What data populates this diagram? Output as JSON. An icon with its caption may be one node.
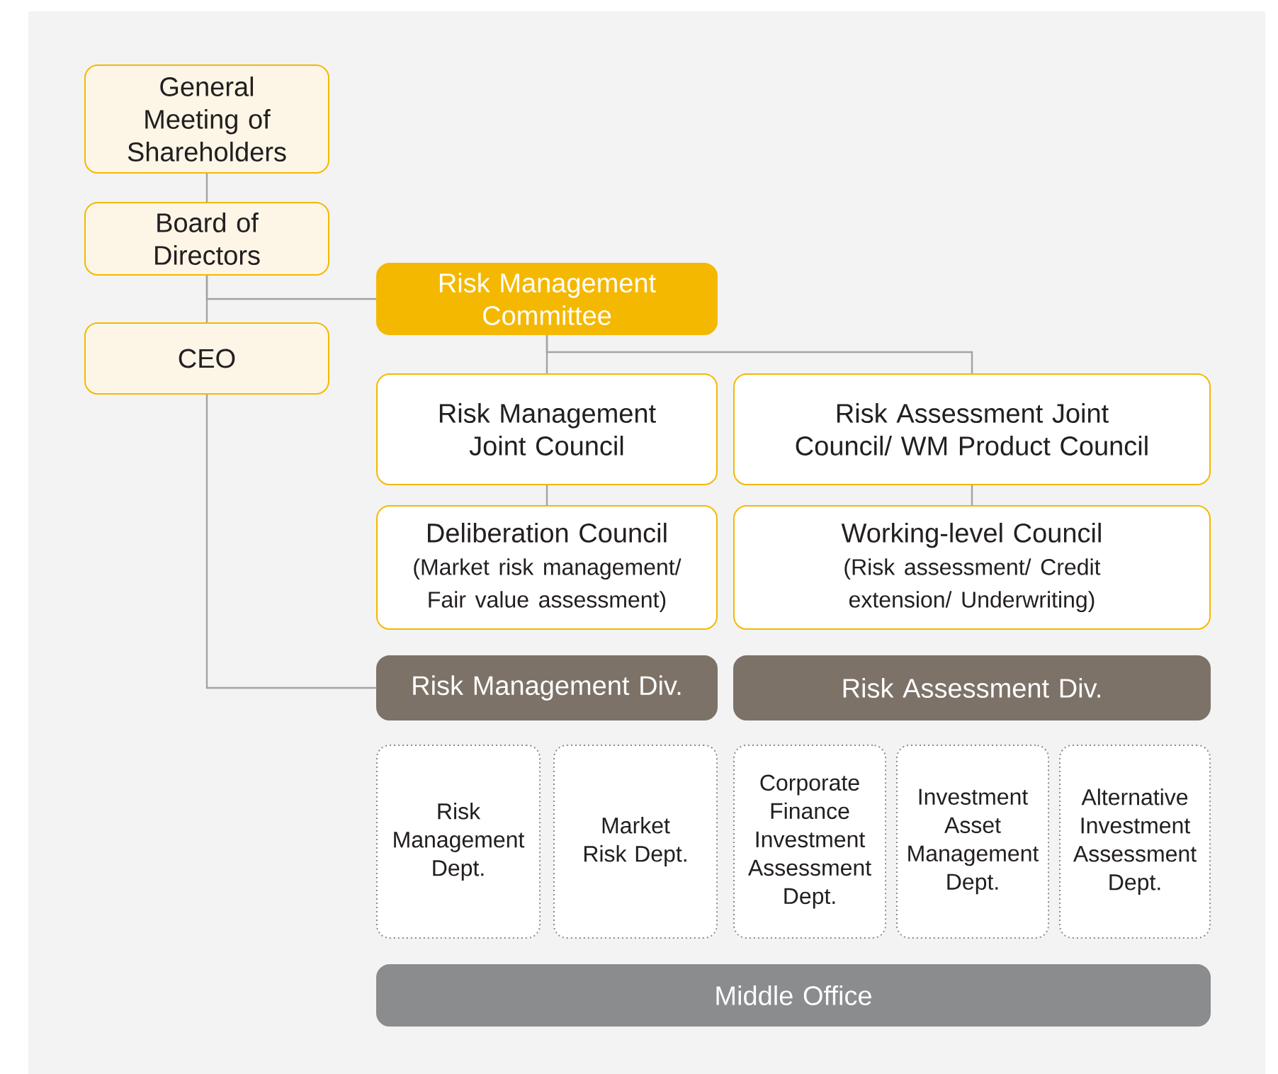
{
  "diagram": {
    "nodes": [
      {
        "text": [
          "General Meeting of Shareholders"
        ]
      },
      {
        "text": [
          "Board of Directors"
        ]
      },
      {
        "text": [
          "CEO"
        ]
      },
      {
        "text": [
          "Risk Management Committee"
        ]
      },
      {
        "text": [
          "Risk Management Joint Council"
        ]
      },
      {
        "text": [
          "Risk Assessment Joint Council/ WM Product Council"
        ]
      },
      {
        "text": [
          "Deliberation Council",
          "(Market risk management/ Fair value assessment)"
        ]
      },
      {
        "text": [
          "Working-level Council",
          "(Risk assessment/ Credit extension/ Underwriting)"
        ]
      },
      {
        "text": [
          "Risk Management Div."
        ]
      },
      {
        "text": [
          "Risk Assessment Div."
        ]
      },
      {
        "text": [
          "Risk Management Dept."
        ]
      },
      {
        "text": [
          "Market Risk Dept."
        ]
      },
      {
        "text": [
          "Corporate Finance Investment Assessment Dept."
        ]
      },
      {
        "text": [
          "Investment Asset Management Dept."
        ]
      },
      {
        "text": [
          "Alternative Investment Assessment Dept."
        ]
      },
      {
        "text": [
          "Middle Office"
        ]
      }
    ],
    "edges": [
      {
        "from": 0,
        "to": 1,
        "arrow": "none"
      },
      {
        "from": 1,
        "to": 2,
        "arrow": "none"
      },
      {
        "from": 1,
        "to": 3,
        "arrow": "none"
      },
      {
        "from": 2,
        "to": 8,
        "arrow": "none"
      },
      {
        "from": 3,
        "to": 4,
        "arrow": "none"
      },
      {
        "from": 3,
        "to": 5,
        "arrow": "none"
      },
      {
        "from": 4,
        "to": 6,
        "arrow": "none"
      },
      {
        "from": 5,
        "to": 7,
        "arrow": "none"
      }
    ]
  }
}
